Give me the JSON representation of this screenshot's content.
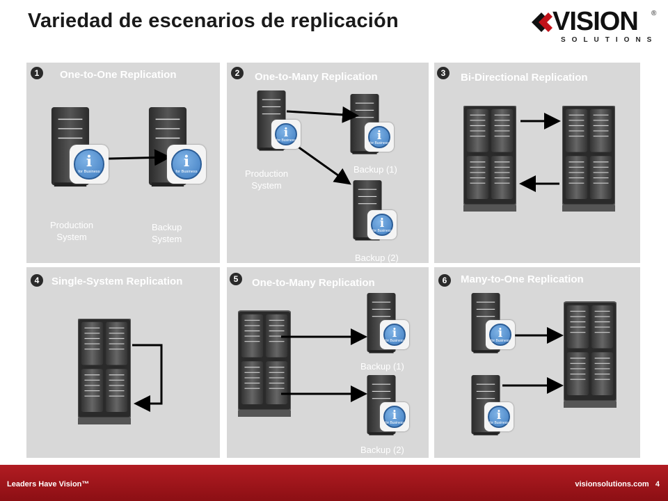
{
  "slide": {
    "title": "Variedad de escenarios de replicación"
  },
  "logo": {
    "brand": "VISION",
    "registered": "®",
    "sub": "SOLUTIONS"
  },
  "panels": [
    {
      "num": "1",
      "title": "One-to-One Replication",
      "labels": [
        "Production\nSystem",
        "Backup\nSystem"
      ]
    },
    {
      "num": "2",
      "title": "One-to-Many Replication",
      "labels": [
        "Production\nSystem",
        "Backup (1)",
        "Backup (2)"
      ]
    },
    {
      "num": "3",
      "title": "Bi-Directional Replication",
      "labels": []
    },
    {
      "num": "4",
      "title": "Single-System Replication",
      "labels": []
    },
    {
      "num": "5",
      "title": "One-to-Many Replication",
      "labels": [
        "Backup (1)",
        "Backup (2)"
      ]
    },
    {
      "num": "6",
      "title": "Many-to-One Replication",
      "labels": []
    }
  ],
  "badge": {
    "letter": "i",
    "text": "for Business"
  },
  "footer": {
    "tagline": "Leaders Have Vision™",
    "site": "visionsolutions.com",
    "page": "4"
  },
  "colors": {
    "panel": "#d8d8d8",
    "server": "#3a3a3a",
    "badge": "#3f7cc0",
    "footer": "#a3171c"
  }
}
